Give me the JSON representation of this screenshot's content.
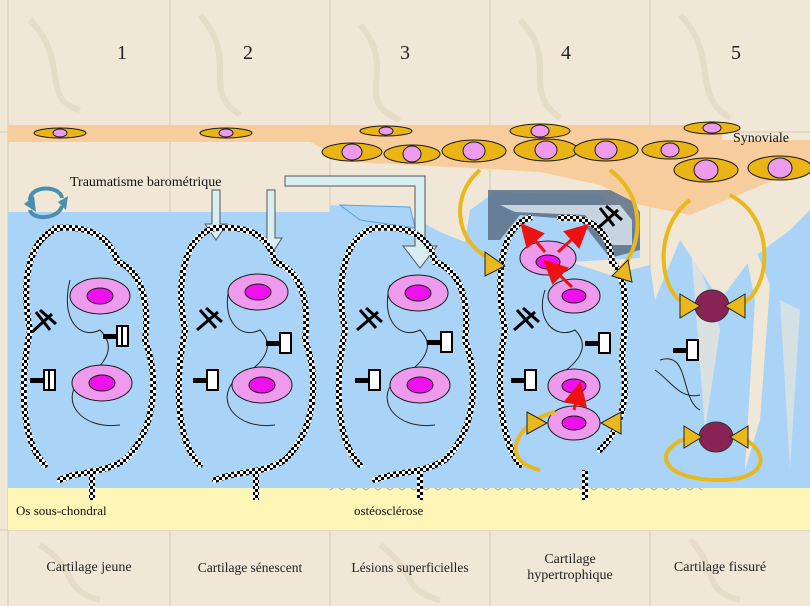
{
  "stage_numbers": [
    "1",
    "2",
    "3",
    "4",
    "5"
  ],
  "stage_captions": [
    "Cartilage jeune",
    "Cartilage sénescent",
    "Lésions superficielles",
    "Cartilage hypertrophique",
    "Cartilage fissuré"
  ],
  "labels": {
    "synoviale": "Synoviale",
    "traumatisme": "Traumatisme barométrique",
    "os_sous_chondral": "Os sous-chondral",
    "osteosclerose": "ostéosclérose"
  },
  "colors": {
    "cartilage": "#a9d4f7",
    "synovial_membrane": "#f8cd9e",
    "bone": "#fdf6b7",
    "cell_outer": "#ee9bee",
    "cell_nucleus": "#ee11ee",
    "synovial_cell": "#e9b414",
    "dark_cell": "#8a2355",
    "arrow": "#e8b81d",
    "trauma_arrow": "#d8eef0",
    "red_arrow": "#ee1111"
  },
  "icons": [
    "receptor-icon",
    "blocked-receptor-icon",
    "rotation-arrow-icon"
  ]
}
